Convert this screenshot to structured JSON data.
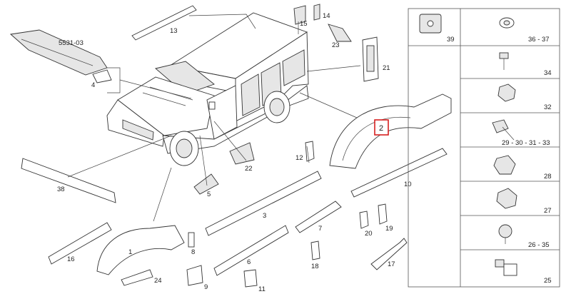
{
  "callouts": {
    "c13": "13",
    "c15": "15",
    "c14": "14",
    "c23": "23",
    "c21": "21",
    "c5531": "5531-03",
    "c4": "4",
    "c2": "2",
    "c12": "12",
    "c22": "22",
    "c5": "5",
    "c38": "38",
    "c10": "10",
    "c3": "3",
    "c7": "7",
    "c20": "20",
    "c19": "19",
    "c16": "16",
    "c1": "1",
    "c8": "8",
    "c6": "6",
    "c17": "17",
    "c24": "24",
    "c9": "9",
    "c18": "18",
    "c11": "11"
  },
  "fasteners": [
    {
      "label": "39"
    },
    {
      "label": "36 - 37"
    },
    {
      "label": "34"
    },
    {
      "label": "32"
    },
    {
      "label": "29 - 30 - 31 - 33"
    },
    {
      "label": "28"
    },
    {
      "label": "27"
    },
    {
      "label": "26 - 35"
    },
    {
      "label": "25"
    }
  ],
  "colors": {
    "highlight": "#d62020",
    "line": "#333333"
  }
}
